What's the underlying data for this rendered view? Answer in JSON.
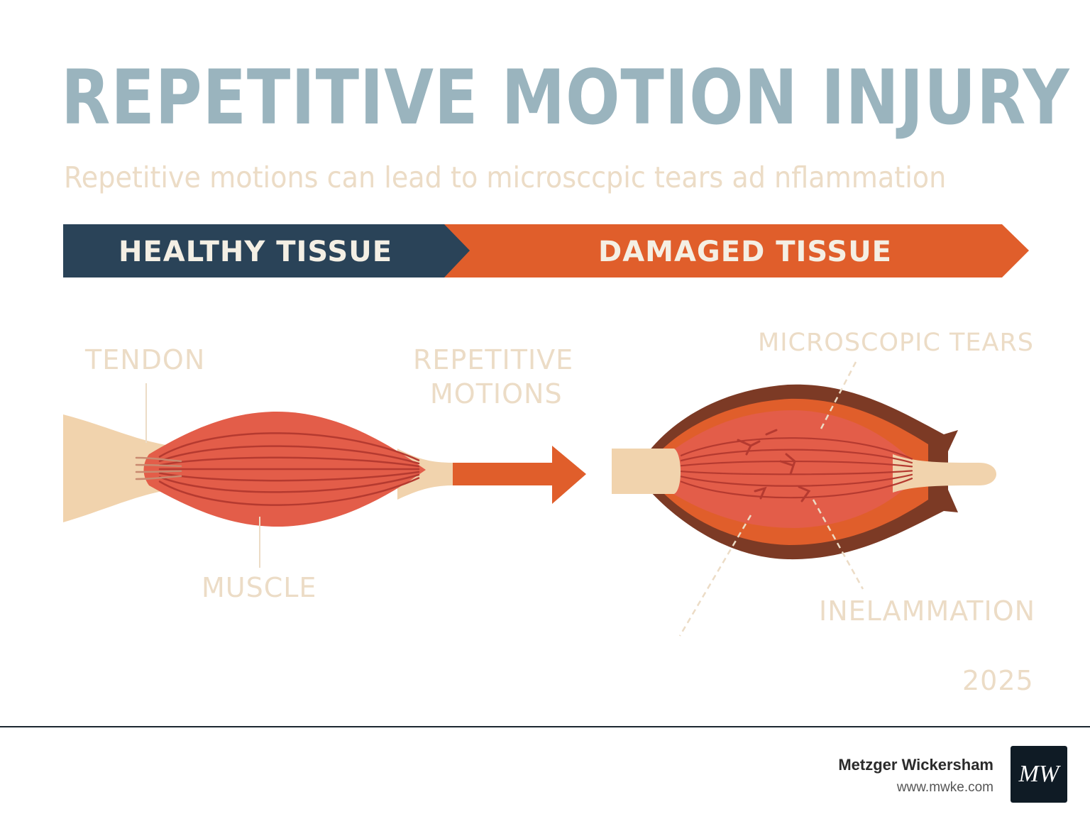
{
  "title": "REPETITIVE MOTION INJURY",
  "subtitle": "Repetitive motions can lead to microsccpic tears ad nflammation",
  "banner": {
    "left_label": "HEALTHY TISSUE",
    "right_label": "DAMAGED TISSUE"
  },
  "labels": {
    "tendon": "TENDON",
    "muscle": "MUSCLE",
    "repetitive_line1": "REPETITIVE",
    "repetitive_line2": "MOTIONS",
    "tears": "MICROSCOPIC TEARS",
    "inflammation": "INELAMMATION",
    "year": "2025"
  },
  "footer": {
    "brand_name": "Metzger Wickersham",
    "brand_url": "www.mwke.com",
    "logo_mark": "MW"
  },
  "icons": {
    "logo": "mw-monogram-icon",
    "arrow": "right-arrow-icon"
  },
  "colors": {
    "title": "#9ab4be",
    "subtitle": "#ecdcc6",
    "healthy": "#2a4358",
    "damaged": "#e05e2b",
    "banner_text_light": "#f4efe4",
    "label": "#ecdcc6",
    "tendon": "#f1d3ad",
    "muscle": "#e35d49",
    "muscle_fiber": "#b53a30",
    "sheath_outer": "#7c3a25",
    "sheath_inner": "#e05e2b",
    "footer_line": "#1c2730",
    "brand_text": "#2b2b2b",
    "brand_url": "#555555",
    "logo_bg": "#0f1b25",
    "logo_fg": "#ffffff"
  }
}
